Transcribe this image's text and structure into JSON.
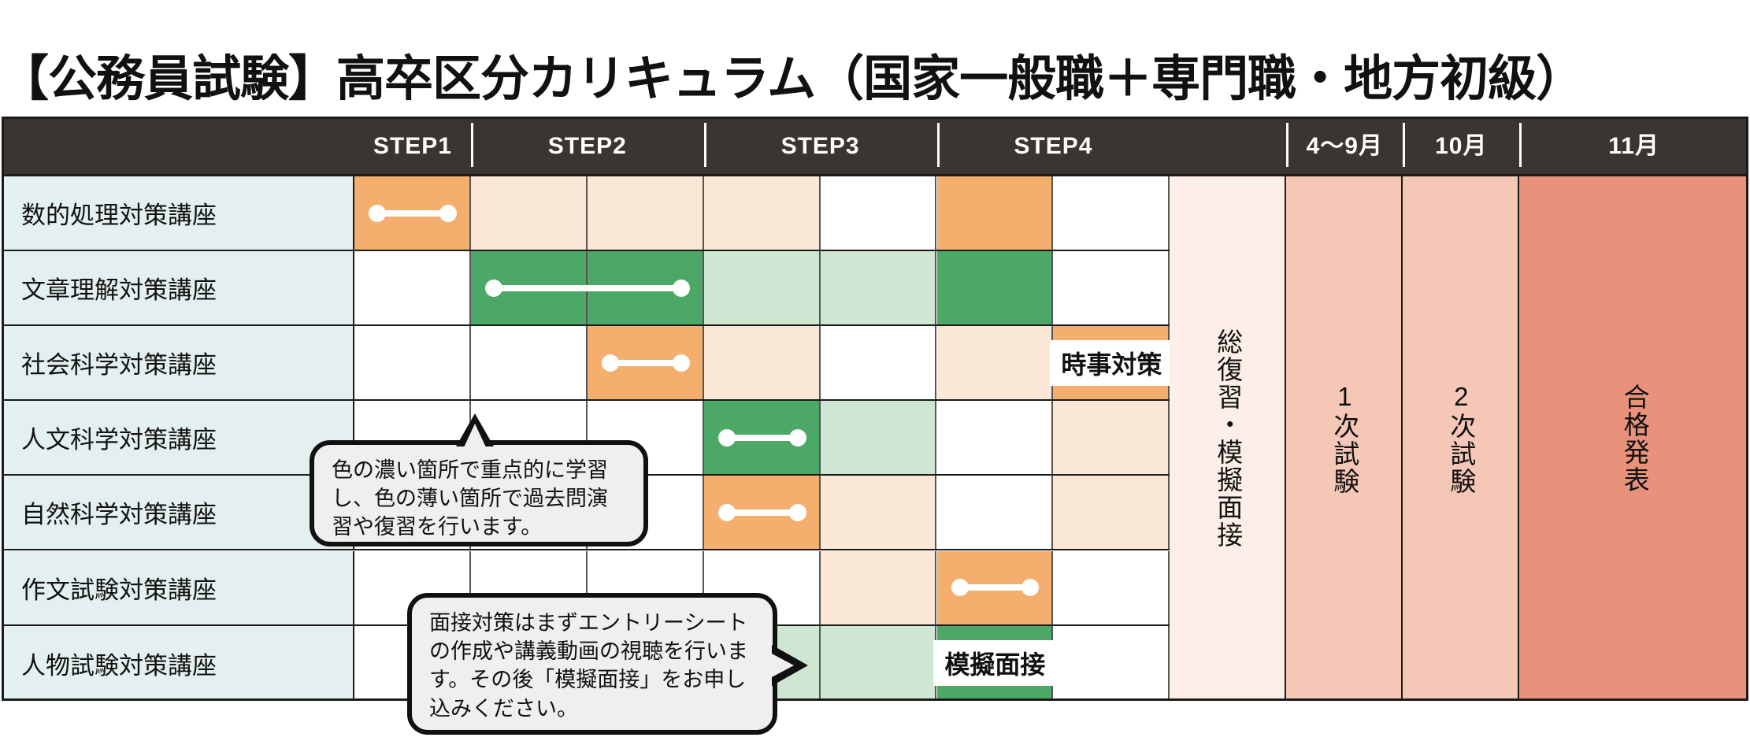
{
  "page": {
    "title": "【公務員試験】高卒区分カリキュラム（国家一般職＋専門職・地方初級）"
  },
  "colors": {
    "header_bg": "#3a3531",
    "label_bg": "#e3f0ef",
    "orange_strong": "#f4ae6e",
    "orange_light": "#fbe7d5",
    "orange_pale": "#fdf1e8",
    "green_strong": "#4ca866",
    "green_light": "#cfe6d2",
    "white": "#ffffff",
    "review_col": "#fdeee7",
    "exam_col": "#f4c7b6",
    "result_col": "#e8927c",
    "line": "#1b1b1b"
  },
  "table": {
    "step_headers": [
      {
        "label": "STEP1",
        "span": 1
      },
      {
        "label": "STEP2",
        "span": 2
      },
      {
        "label": "STEP3",
        "span": 2
      },
      {
        "label": "STEP4",
        "span": 2
      }
    ],
    "month_headers": [
      {
        "label": "4〜9月"
      },
      {
        "label": "10月"
      },
      {
        "label": "11月"
      }
    ],
    "rows": [
      {
        "label": "数的処理対策講座",
        "cells": [
          {
            "fill": "orange_strong",
            "bar": true,
            "tag": ""
          },
          {
            "fill": "orange_light",
            "bar": false,
            "tag": ""
          },
          {
            "fill": "orange_light",
            "bar": false,
            "tag": ""
          },
          {
            "fill": "orange_light",
            "bar": false,
            "tag": ""
          },
          {
            "fill": "white",
            "bar": false,
            "tag": ""
          },
          {
            "fill": "orange_strong",
            "bar": false,
            "tag": ""
          },
          {
            "fill": "white",
            "bar": false,
            "tag": ""
          }
        ]
      },
      {
        "label": "文章理解対策講座",
        "cells": [
          {
            "fill": "white",
            "bar": false,
            "tag": ""
          },
          {
            "fill": "green_strong",
            "bar": true,
            "tag": ""
          },
          {
            "fill": "green_strong",
            "bar": false,
            "tag": ""
          },
          {
            "fill": "green_light",
            "bar": false,
            "tag": ""
          },
          {
            "fill": "green_light",
            "bar": false,
            "tag": ""
          },
          {
            "fill": "green_strong",
            "bar": false,
            "tag": ""
          },
          {
            "fill": "white",
            "bar": false,
            "tag": ""
          }
        ]
      },
      {
        "label": "社会科学対策講座",
        "cells": [
          {
            "fill": "white",
            "bar": false,
            "tag": ""
          },
          {
            "fill": "white",
            "bar": false,
            "tag": ""
          },
          {
            "fill": "orange_strong",
            "bar": true,
            "tag": ""
          },
          {
            "fill": "orange_light",
            "bar": false,
            "tag": ""
          },
          {
            "fill": "white",
            "bar": false,
            "tag": ""
          },
          {
            "fill": "orange_light",
            "bar": false,
            "tag": ""
          },
          {
            "fill": "orange_strong",
            "bar": false,
            "tag": "時事対策"
          }
        ]
      },
      {
        "label": "人文科学対策講座",
        "cells": [
          {
            "fill": "white",
            "bar": false,
            "tag": ""
          },
          {
            "fill": "white",
            "bar": false,
            "tag": ""
          },
          {
            "fill": "white",
            "bar": false,
            "tag": ""
          },
          {
            "fill": "green_strong",
            "bar": true,
            "tag": ""
          },
          {
            "fill": "green_light",
            "bar": false,
            "tag": ""
          },
          {
            "fill": "white",
            "bar": false,
            "tag": ""
          },
          {
            "fill": "orange_light",
            "bar": false,
            "tag": ""
          }
        ]
      },
      {
        "label": "自然科学対策講座",
        "cells": [
          {
            "fill": "white",
            "bar": false,
            "tag": ""
          },
          {
            "fill": "white",
            "bar": false,
            "tag": ""
          },
          {
            "fill": "white",
            "bar": false,
            "tag": ""
          },
          {
            "fill": "orange_strong",
            "bar": true,
            "tag": ""
          },
          {
            "fill": "orange_light",
            "bar": false,
            "tag": ""
          },
          {
            "fill": "white",
            "bar": false,
            "tag": ""
          },
          {
            "fill": "orange_light",
            "bar": false,
            "tag": ""
          }
        ]
      },
      {
        "label": "作文試験対策講座",
        "cells": [
          {
            "fill": "white",
            "bar": false,
            "tag": ""
          },
          {
            "fill": "white",
            "bar": false,
            "tag": ""
          },
          {
            "fill": "white",
            "bar": false,
            "tag": ""
          },
          {
            "fill": "white",
            "bar": false,
            "tag": ""
          },
          {
            "fill": "orange_light",
            "bar": false,
            "tag": ""
          },
          {
            "fill": "orange_strong",
            "bar": true,
            "tag": ""
          },
          {
            "fill": "white",
            "bar": false,
            "tag": ""
          }
        ]
      },
      {
        "label": "人物試験対策講座",
        "cells": [
          {
            "fill": "white",
            "bar": false,
            "tag": ""
          },
          {
            "fill": "white",
            "bar": false,
            "tag": ""
          },
          {
            "fill": "green_light",
            "bar": false,
            "tag": ""
          },
          {
            "fill": "green_light",
            "bar": false,
            "tag": ""
          },
          {
            "fill": "green_light",
            "bar": false,
            "tag": ""
          },
          {
            "fill": "green_strong",
            "bar": false,
            "tag": "模擬面接"
          },
          {
            "fill": "white",
            "bar": false,
            "tag": ""
          }
        ]
      }
    ],
    "vertical_columns": [
      {
        "label": "総復習・模擬面接",
        "fill": "review_col"
      },
      {
        "label": "1次試験",
        "fill": "exam_col"
      },
      {
        "label": "2次試験",
        "fill": "exam_col"
      },
      {
        "label": "合格発表",
        "fill": "result_col"
      }
    ]
  },
  "callouts": [
    {
      "text": "色の濃い箇所で重点的に学習し、色の薄い箇所で過去問演習や復習を行います。"
    },
    {
      "text": "面接対策はまずエントリーシートの作成や講義動画の視聴を行います。その後「模擬面接」をお申し込みください。"
    }
  ]
}
